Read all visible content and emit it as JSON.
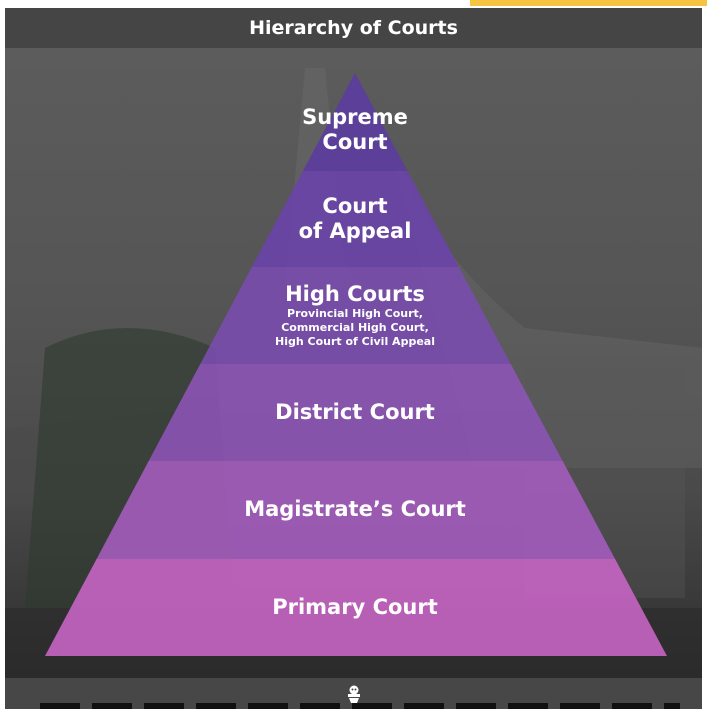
{
  "header": {
    "title": "Hierarchy of Courts"
  },
  "pyramid": {
    "levels": [
      {
        "name": "Supreme Court",
        "lines": [
          "Supreme",
          "Court"
        ],
        "color": "#5b3c9e"
      },
      {
        "name": "Court of Appeal",
        "lines": [
          "Court",
          "of Appeal"
        ],
        "color": "#6a44a8"
      },
      {
        "name": "High Courts",
        "lines": [
          "High Courts"
        ],
        "sub": [
          "Provincial High Court,",
          "Commercial High Court,",
          "High Court of Civil Appeal"
        ],
        "color": "#7a4cae"
      },
      {
        "name": "District Court",
        "lines": [
          "District Court"
        ],
        "color": "#8c54b5"
      },
      {
        "name": "Magistrate's Court",
        "lines": [
          "Magistrate’s Court"
        ],
        "color": "#a45cbd"
      },
      {
        "name": "Primary Court",
        "lines": [
          "Primary Court"
        ],
        "color": "#c664c4"
      }
    ]
  },
  "footer": {
    "icon": "crest-icon"
  },
  "colors": {
    "accent": "#f5c542",
    "title_bar": "#454545"
  }
}
